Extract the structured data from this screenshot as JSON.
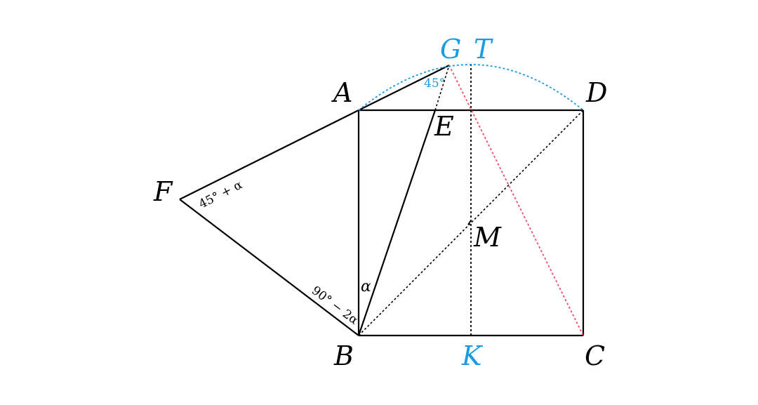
{
  "colors": {
    "ink": "#000000",
    "accent_blue": "#1a9be0",
    "accent_red": "#ee4d6a"
  },
  "points": {
    "A": "A",
    "B": "B",
    "C": "C",
    "D": "D",
    "E": "E",
    "F": "F",
    "G": "G",
    "T": "T",
    "K": "K",
    "M": "M"
  },
  "angles": {
    "at_F": "45° + α",
    "at_B_outer": "90° − 2α",
    "at_B_inner": "α",
    "at_G": "45°"
  }
}
